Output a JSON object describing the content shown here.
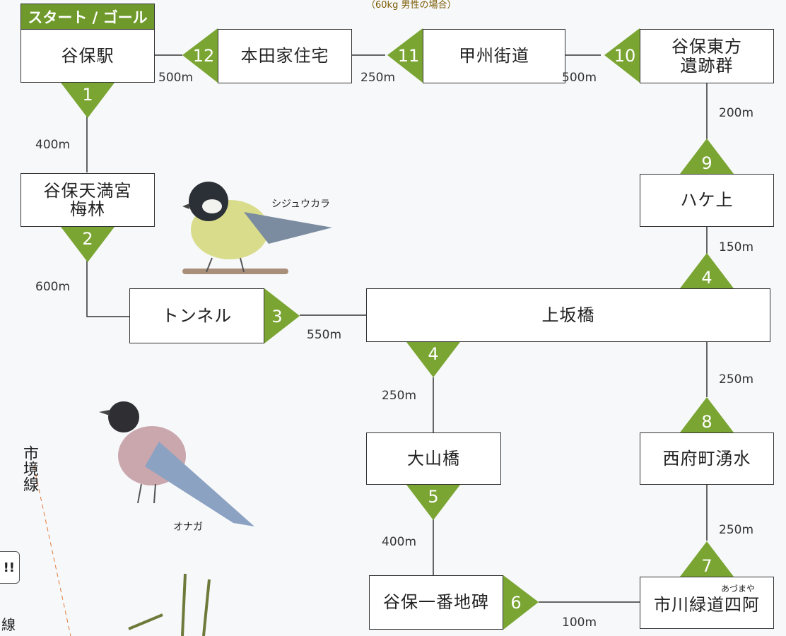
{
  "header_note": "（60kg 男性の場合）",
  "start_label": "スタート / ゴール",
  "stations": {
    "yabo_eki": "谷保駅",
    "tenmangu_1": "谷保天満宮",
    "tenmangu_2": "梅林",
    "tunnel": "トンネル",
    "kamisakabashi": "上坂橋",
    "oyamabashi": "大山橋",
    "ichibanchi": "谷保一番地碑",
    "ichikawa": "市川緑道四阿",
    "ichikawa_ruby": "あづまや",
    "nishifuchu": "西府町湧水",
    "hakeue": "ハケ上",
    "higashikata_1": "谷保東方",
    "higashikata_2": "遺跡群",
    "koshu": "甲州街道",
    "hondake": "本田家住宅"
  },
  "markers": {
    "m1": "1",
    "m2": "2",
    "m3": "3",
    "m4a": "4",
    "m4b": "4",
    "m5": "5",
    "m6": "6",
    "m7": "7",
    "m8": "8",
    "m9": "9",
    "m10": "10",
    "m11": "11",
    "m12": "12"
  },
  "distances": {
    "d1": "400m",
    "d2": "600m",
    "d3": "550m",
    "d4": "250m",
    "d5": "400m",
    "d6": "100m",
    "d7": "250m",
    "d8": "250m",
    "d4b": "150m",
    "d9": "200m",
    "d10": "500m",
    "d11": "250m",
    "d12": "500m"
  },
  "birds": {
    "tit": "シジュウカラ",
    "magpie": "オナガ"
  },
  "boundary_label": "市境線",
  "fragment_text": "!!",
  "fragment_char": "線",
  "colors": {
    "marker": "#7aa533",
    "badge": "#6f9a2b",
    "line": "#333333"
  }
}
